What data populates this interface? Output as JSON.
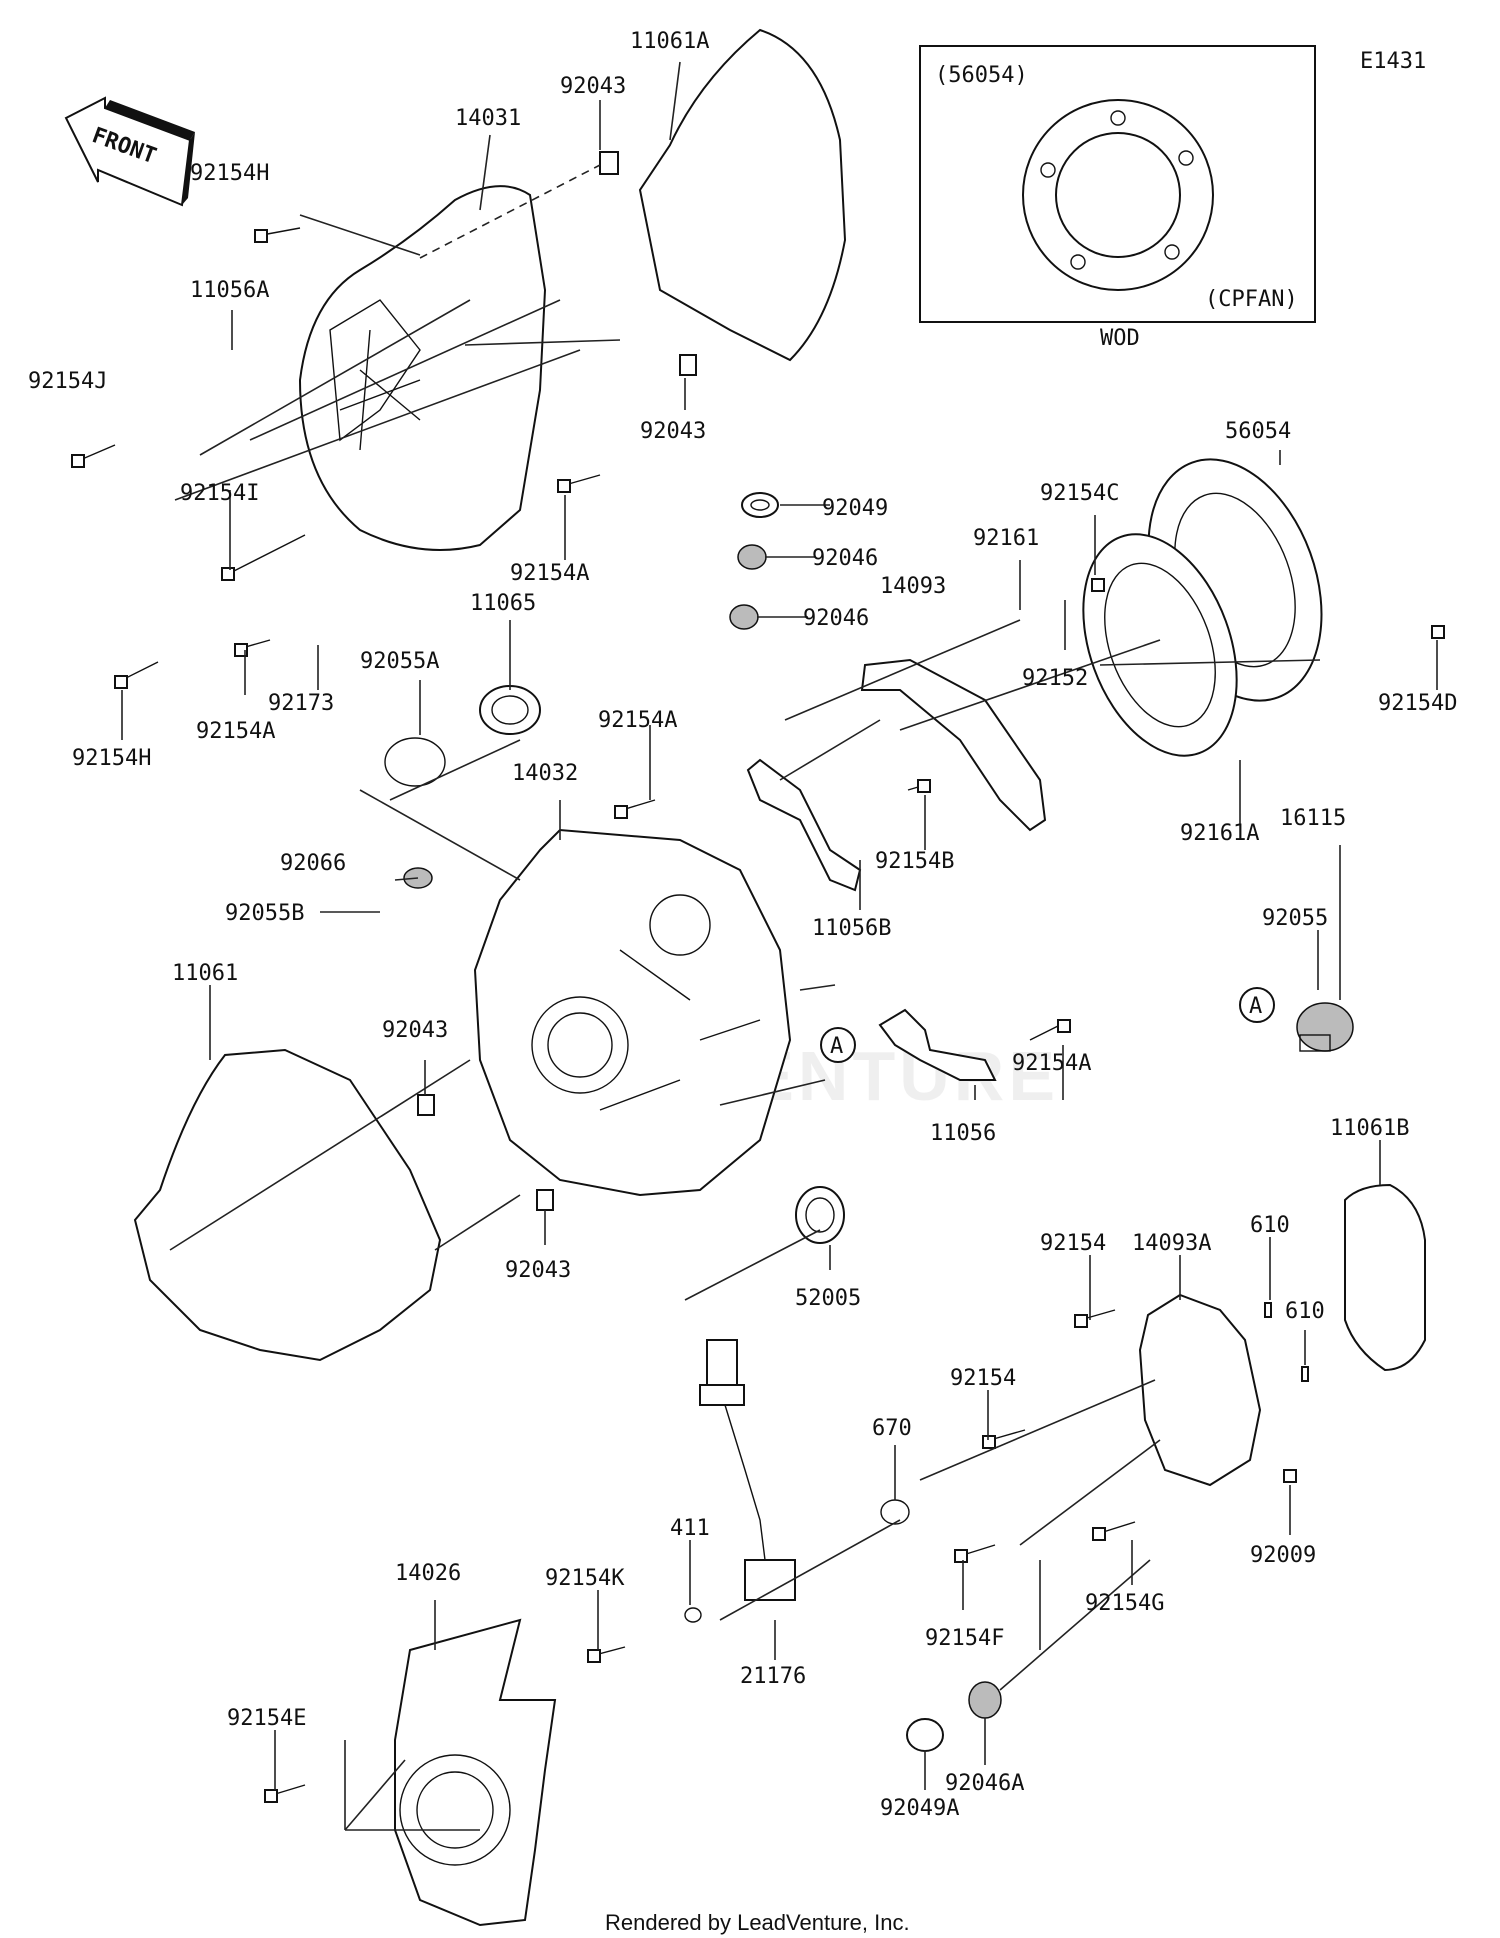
{
  "diagram_code": "E1431",
  "front_label": "FRONT",
  "inset": {
    "part_top": "(56054)",
    "part_bottom": "(CPFAN)",
    "caption": "WOD"
  },
  "footer": "Rendered by LeadVenture, Inc.",
  "watermark": "LEADVENTURE",
  "labels": {
    "p92043_a": "92043",
    "p11061A": "11061A",
    "p14031": "14031",
    "p92154H_a": "92154H",
    "p11056A": "11056A",
    "p92154J": "92154J",
    "p92043_b": "92043",
    "p92154I": "92154I",
    "p92154A_a": "92154A",
    "p92049": "92049",
    "p92046_a": "92046",
    "p92046_b": "92046",
    "p14093": "14093",
    "p92161": "92161",
    "p92154C": "92154C",
    "p56054": "56054",
    "p92152": "92152",
    "p92154D": "92154D",
    "p11065": "11065",
    "p92055A": "92055A",
    "p92173": "92173",
    "p92154A_b": "92154A",
    "p92154H_b": "92154H",
    "p14032": "14032",
    "p92154A_c": "92154A",
    "p92154B": "92154B",
    "p92161A": "92161A",
    "p16115": "16115",
    "p92066": "92066",
    "p92055B": "92055B",
    "p11056B": "11056B",
    "p92055": "92055",
    "p11061": "11061",
    "p92043_c": "92043",
    "p92154A_d": "92154A",
    "p11056": "11056",
    "p11061B": "11061B",
    "p92043_d": "92043",
    "p52005": "52005",
    "p92154_a": "92154",
    "p14093A": "14093A",
    "p610_a": "610",
    "p610_b": "610",
    "p92154_b": "92154",
    "p670": "670",
    "p411": "411",
    "p92154K": "92154K",
    "p14026": "14026",
    "p92154E": "92154E",
    "p21176": "21176",
    "p92154F": "92154F",
    "p92154G": "92154G",
    "p92009": "92009",
    "p92049A": "92049A",
    "p92046A": "92046A"
  },
  "callouts": {
    "A1": "A",
    "A2": "A"
  }
}
